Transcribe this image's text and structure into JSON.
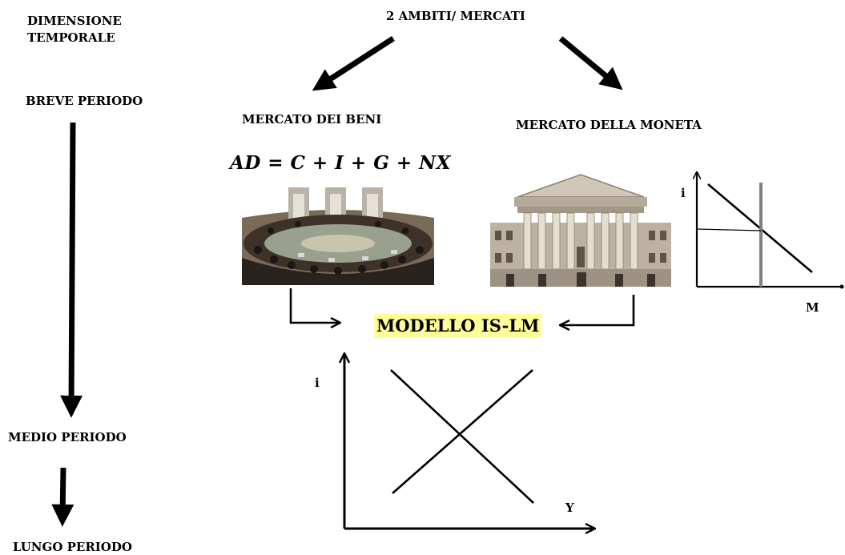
{
  "time_dimension": {
    "heading": "DIMENSIONE TEMPORALE",
    "short_run": "BREVE PERIODO",
    "medium_run": "MEDIO PERIODO",
    "long_run": "LUNGO PERIODO"
  },
  "markets": {
    "heading": "2 AMBITI/ MERCATI",
    "goods": {
      "label": "MERCATO DEI BENI",
      "formula": "AD = C + I + G + NX"
    },
    "money": {
      "label": "MERCATO DELLA MONETA",
      "graph": {
        "y_axis": "i",
        "x_axis": "M"
      }
    }
  },
  "model": {
    "label": "MODELLO IS-LM",
    "highlight_color": "#ffff99",
    "graph": {
      "y_axis": "i",
      "x_axis": "Y"
    }
  }
}
